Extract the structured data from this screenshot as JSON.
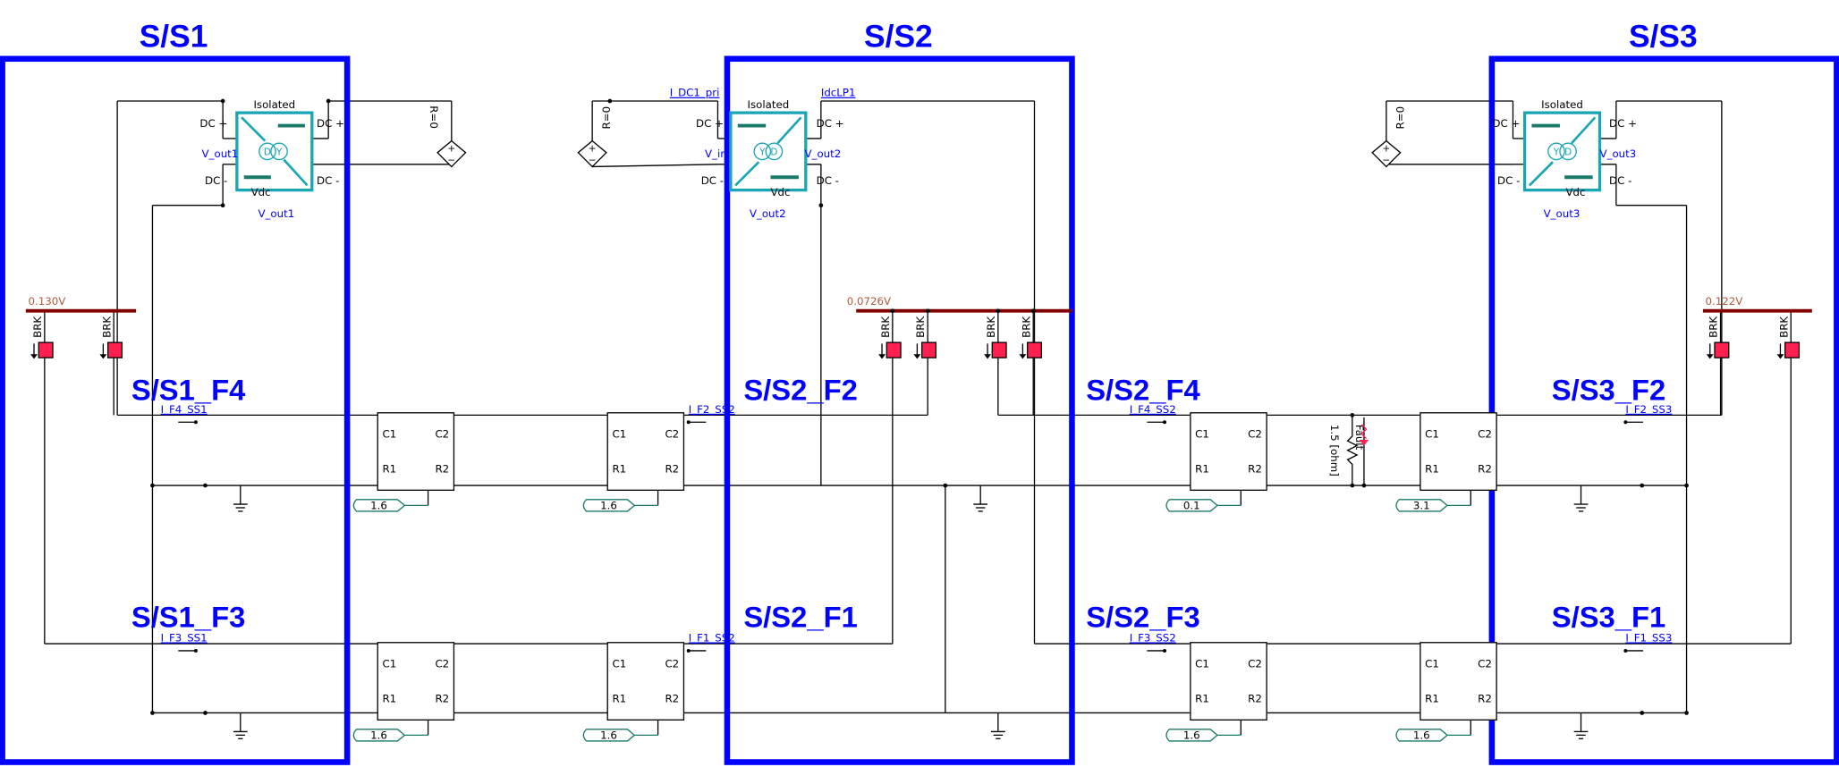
{
  "substations": [
    {
      "title": "S/S1",
      "feeders": [
        "S/S1_F4",
        "S/S1_F3"
      ],
      "bus_voltage": "0.130V",
      "brk_labels": [
        "BRK",
        "BRK"
      ]
    },
    {
      "title": "S/S2",
      "feeders": [
        "S/S2_F2",
        "S/S2_F1"
      ],
      "bus_voltage": "0.0726V",
      "brk_labels": [
        "BRK",
        "BRK",
        "BRK",
        "BRK"
      ]
    },
    {
      "title": "S/S3",
      "feeders": [
        "S/S3_F2",
        "S/S3_F1"
      ],
      "bus_voltage": "0.122V",
      "brk_labels": [
        "BRK",
        "BRK"
      ]
    }
  ],
  "extra_feeders": [
    "S/S2_F4",
    "S/S2_F3"
  ],
  "converters": [
    {
      "label": "Isolated",
      "dc_plus": "DC +",
      "dc_minus": "DC -",
      "vdc": "Vdc",
      "probe_left": "V_out1",
      "probe_right": "",
      "probe_vdc": "V_out1",
      "windings": [
        "D",
        "Y"
      ]
    },
    {
      "label": "Isolated",
      "dc_plus": "DC +",
      "dc_minus": "DC -",
      "vdc": "Vdc",
      "probe_left": "V_in",
      "probe_right": "V_out2",
      "probe_vdc": "V_out2",
      "windings": [
        "Y",
        "D"
      ]
    },
    {
      "label": "Isolated",
      "dc_plus": "DC +",
      "dc_minus": "DC -",
      "vdc": "Vdc",
      "probe_left": "",
      "probe_right": "V_out3",
      "probe_vdc": "V_out3",
      "windings": [
        "Y",
        "D"
      ]
    }
  ],
  "sources": [
    {
      "label": "R=0"
    },
    {
      "label": "R=0"
    },
    {
      "label": "R=0"
    }
  ],
  "current_probes": {
    "top": [
      "I_DC1_pri",
      "IdcLP1"
    ],
    "row1": [
      "I_F4_SS1",
      "I_F2_SS2",
      "I_F4_SS2",
      "I_F2_SS3"
    ],
    "row2": [
      "I_F3_SS1",
      "I_F1_SS2",
      "I_F3_SS2",
      "I_F1_SS3"
    ]
  },
  "breaker_pins": {
    "c1": "C1",
    "c2": "C2",
    "r1": "R1",
    "r2": "R2"
  },
  "meters": {
    "row1": [
      "1.6",
      "1.6",
      "0.1",
      "3.1"
    ],
    "row2": [
      "1.6",
      "1.6",
      "1.6",
      "1.6"
    ]
  },
  "fault": {
    "resistance": "1.5 [ohm]",
    "label": "Fault"
  },
  "colors": {
    "zone": "#0000ff",
    "bus": "#800000",
    "converter": "#1aa5b5",
    "breaker": "#ff2050",
    "meter": "#1a7a6a"
  }
}
